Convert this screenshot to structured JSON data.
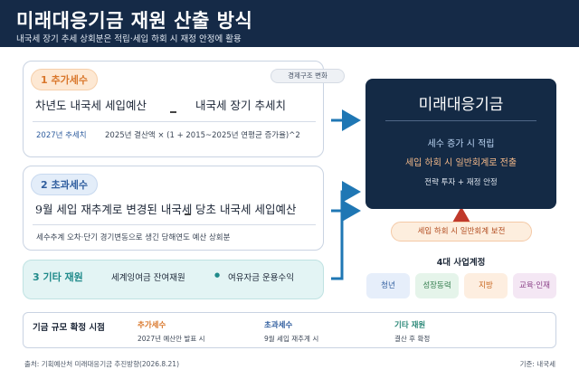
{
  "header": {
    "title": "미래대응기금 재원 산출 방식",
    "subtitle": "내국세 장기 추세 상회분은 적립·세입 하회 시 재정 안정에 활용"
  },
  "cards": [
    {
      "pill": "1  추가세수",
      "tag": "경제구조 변화",
      "left_term": "차년도 내국세 세입예산",
      "operator": "−",
      "right_term": "내국세 장기 추세치",
      "note_label": "2027년 추세치",
      "note_formula": "2025년 결산액 × (1 + 2015~2025년 연평균 증가율)^2"
    },
    {
      "pill": "2  초과세수",
      "left_term": "9월 세입 재추계로 변경된 내국세",
      "operator": "−",
      "right_term": "당초 내국세 세입예산",
      "note": "세수추계 오차·단기 경기변동으로 생긴 당해연도 예산 상회분"
    },
    {
      "pill": "3  기타 재원",
      "item1": "세계잉여금 잔여재원",
      "bullet": "●",
      "item2": "여유자금 운용수익"
    }
  ],
  "fund": {
    "title": "미래대응기금",
    "line1": "세수 증가 시  적립",
    "line2": "세입 하회 시  일반회계로 전출",
    "line3": "전략 투자 + 재정 안정"
  },
  "transfer_label": "세입 하회 시 일반회계 보전",
  "accounts": {
    "title": "4대 사업계정",
    "items": [
      {
        "label": "청년",
        "bg": "#e6eefa",
        "color": "#2f5d9e"
      },
      {
        "label": "성장동력",
        "bg": "#e5f4ea",
        "color": "#2f7a4a"
      },
      {
        "label": "지방",
        "bg": "#fdeee0",
        "color": "#c8671f"
      },
      {
        "label": "교육·인재",
        "bg": "#f4e7f4",
        "color": "#8a3f86"
      }
    ]
  },
  "schedule": {
    "label": "기금 규모 확정 시점",
    "items": [
      {
        "title": "추가세수",
        "desc": "2027년 예산안 발표 시",
        "color": "#d9772b"
      },
      {
        "title": "초과세수",
        "desc": "9월 세입 재추계 시",
        "color": "#2f5d9e"
      },
      {
        "title": "기타 재원",
        "desc": "결산 후 확정",
        "color": "#2f8a7a"
      }
    ]
  },
  "footer": {
    "source": "출처: 기획예산처 미래대응기금 추진방향(2026.8.21)",
    "basis": "기준: 내국세"
  },
  "colors": {
    "navy": "#152a47",
    "orange": "#d9772b",
    "blue": "#2f5d9e",
    "teal": "#1f8a8a",
    "arrow": "#1f77b4",
    "red": "#c0392b"
  }
}
